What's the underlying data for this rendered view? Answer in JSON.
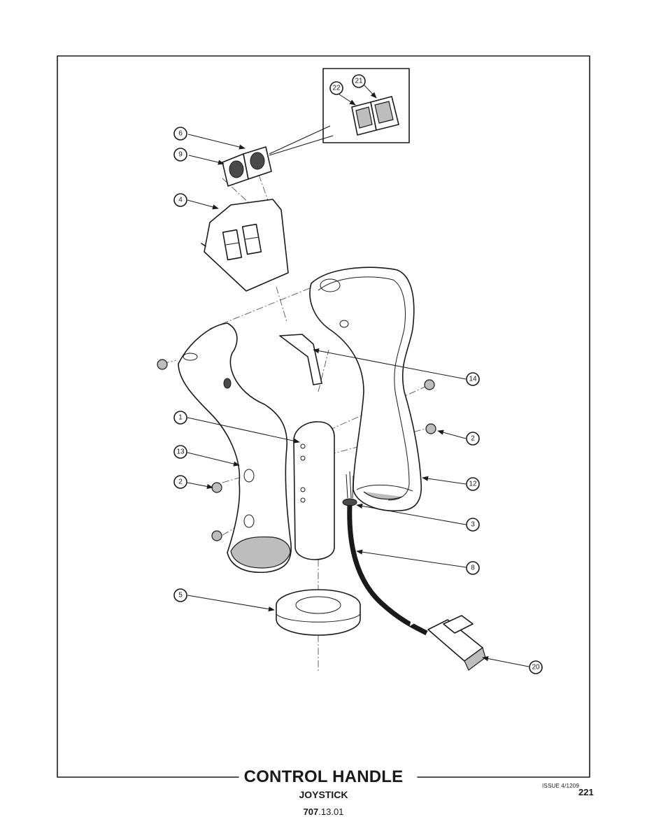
{
  "document": {
    "title": "CONTROL HANDLE",
    "subtitle": "JOYSTICK",
    "reference": {
      "section": "707",
      "subsection": ".13.01"
    },
    "issue": "ISSUE 4/1209",
    "page_number": "221"
  },
  "callouts": [
    {
      "id": "callout-1",
      "label": "1"
    },
    {
      "id": "callout-2-left",
      "label": "2"
    },
    {
      "id": "callout-2-right",
      "label": "2"
    },
    {
      "id": "callout-3",
      "label": "3"
    },
    {
      "id": "callout-4",
      "label": "4"
    },
    {
      "id": "callout-5",
      "label": "5"
    },
    {
      "id": "callout-6",
      "label": "6"
    },
    {
      "id": "callout-8",
      "label": "8"
    },
    {
      "id": "callout-9",
      "label": "9"
    },
    {
      "id": "callout-12",
      "label": "12"
    },
    {
      "id": "callout-13",
      "label": "13"
    },
    {
      "id": "callout-14",
      "label": "14"
    },
    {
      "id": "callout-20",
      "label": "20"
    },
    {
      "id": "callout-21",
      "label": "21"
    },
    {
      "id": "callout-22",
      "label": "22"
    }
  ]
}
